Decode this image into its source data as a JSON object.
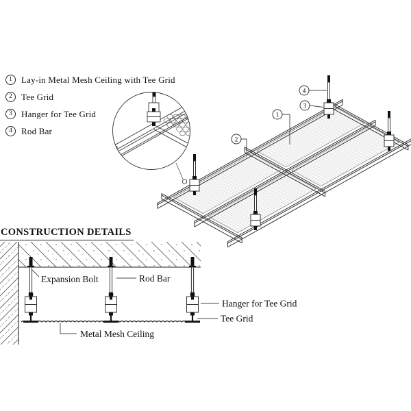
{
  "legend": {
    "items": [
      {
        "num": "1",
        "label": "Lay-in Metal Mesh Ceiling with Tee Grid"
      },
      {
        "num": "2",
        "label": "Tee Grid"
      },
      {
        "num": "3",
        "label": "Hanger for Tee Grid"
      },
      {
        "num": "4",
        "label": "Rod Bar"
      }
    ]
  },
  "callouts": {
    "n1": "1",
    "n2": "2",
    "n3": "3",
    "n4": "4"
  },
  "section": {
    "title": "CONSTRUCTION DETAILS",
    "labels": {
      "expansion_bolt": "Expansion Bolt",
      "rod_bar": "Rod Bar",
      "hanger": "Hanger for Tee Grid",
      "tee_grid": "Tee Grid",
      "mesh_ceiling": "Metal Mesh Ceiling"
    }
  },
  "colors": {
    "line": "#2b2b2b",
    "hatch": "#555555",
    "text": "#111111",
    "background": "#ffffff"
  }
}
